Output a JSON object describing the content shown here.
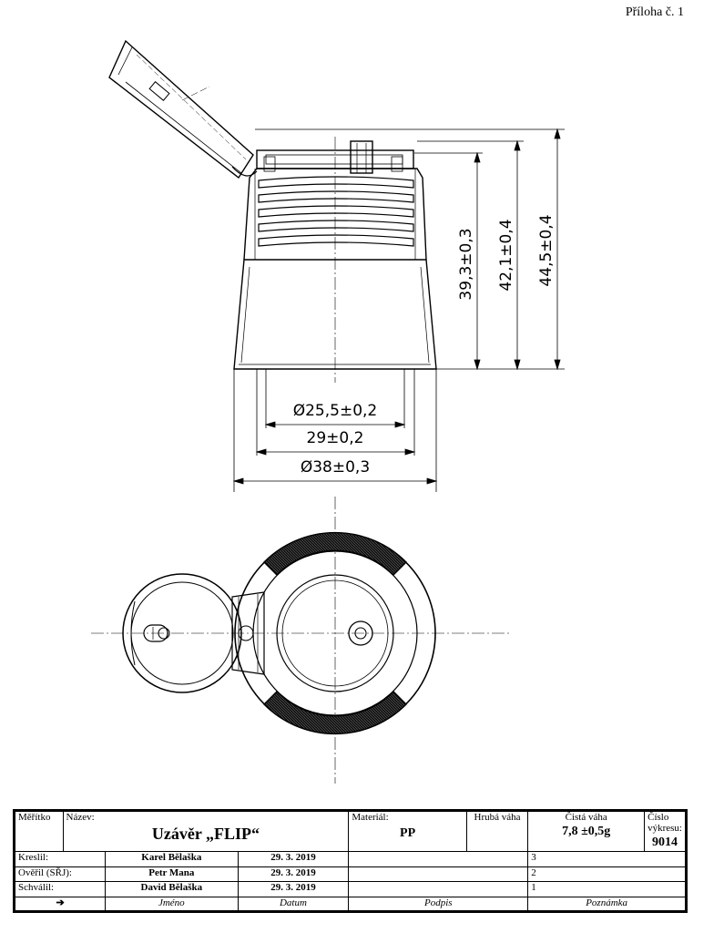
{
  "annex": "Příloha č. 1",
  "dimensions": {
    "height_1": "39,3±0,3",
    "height_2": "42,1±0,4",
    "height_3": "44,5±0,4",
    "dia_inner": "Ø25,5±0,2",
    "width_mid": "29±0,2",
    "dia_outer": "Ø38±0,3"
  },
  "title_block": {
    "scale_label": "Měřítko",
    "name_label": "Název:",
    "name_value": "Uzávěr „FLIP“",
    "material_label": "Materiál:",
    "material_value": "PP",
    "gross_weight_label": "Hrubá váha",
    "net_weight_label": "Čistá váha",
    "net_weight_value": "7,8 ±0,5g",
    "drawing_no_label": "Číslo výkresu:",
    "drawing_no_value": "9014",
    "rows": [
      {
        "role": "Kreslil:",
        "name": "Karel Bělaška",
        "date": "29. 3. 2019",
        "rev": "3"
      },
      {
        "role": "Ověřil (SŘJ):",
        "name": "Petr Mana",
        "date": "29. 3. 2019",
        "rev": "2"
      },
      {
        "role": "Schválil:",
        "name": "David Bělaška",
        "date": "29. 3. 2019",
        "rev": "1"
      }
    ],
    "footer_arrow": "➔",
    "footer_name": "Jméno",
    "footer_date": "Datum",
    "footer_signature": "Podpis",
    "footer_note": "Poznámka"
  }
}
